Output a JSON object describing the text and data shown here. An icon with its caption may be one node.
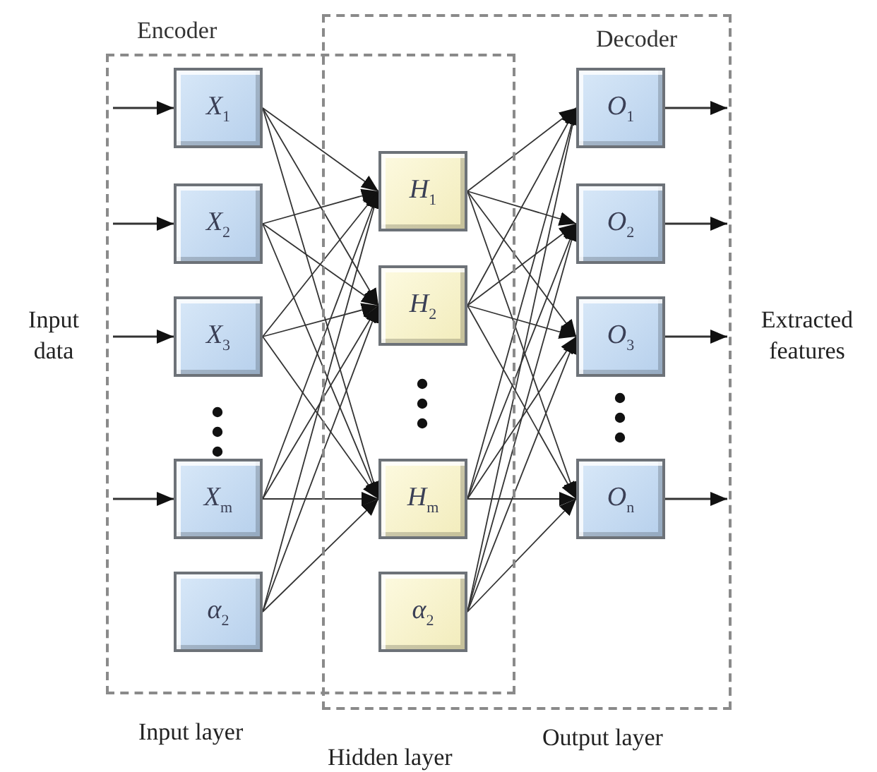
{
  "diagram": {
    "nodes": [
      {
        "text": [
          "Encoder"
        ]
      },
      {
        "text": [
          "Decoder"
        ]
      },
      {
        "text": [
          "X$_{1}$"
        ],
        "in": 0
      },
      {
        "text": [
          "X$_{2}$"
        ],
        "in": 0
      },
      {
        "text": [
          "X$_{3}$"
        ],
        "in": 0
      },
      {
        "text": [
          "X$_{m}$"
        ],
        "in": 0
      },
      {
        "text": [
          "α$_{2}$"
        ],
        "in": 0
      },
      {
        "text": [
          "H$_{1}$"
        ]
      },
      {
        "text": [
          "H$_{2}$"
        ]
      },
      {
        "text": [
          "H$_{m}$"
        ]
      },
      {
        "text": [
          "α$_{2}$"
        ]
      },
      {
        "text": [
          "O$_{1}$"
        ],
        "in": 1
      },
      {
        "text": [
          "O$_{2}$"
        ],
        "in": 1
      },
      {
        "text": [
          "O$_{3}$"
        ],
        "in": 1
      },
      {
        "text": [
          "O$_{n}$"
        ],
        "in": 1
      }
    ],
    "edges": [
      {
        "from": null,
        "to": 2,
        "arrow": "to"
      },
      {
        "from": null,
        "to": 3,
        "arrow": "to"
      },
      {
        "from": null,
        "to": 4,
        "arrow": "to"
      },
      {
        "from": null,
        "to": 5,
        "arrow": "to"
      },
      {
        "from": 2,
        "to": 7,
        "arrow": "to"
      },
      {
        "from": 2,
        "to": 8,
        "arrow": "to"
      },
      {
        "from": 2,
        "to": 9,
        "arrow": "to"
      },
      {
        "from": 3,
        "to": 7,
        "arrow": "to"
      },
      {
        "from": 3,
        "to": 8,
        "arrow": "to"
      },
      {
        "from": 3,
        "to": 9,
        "arrow": "to"
      },
      {
        "from": 4,
        "to": 7,
        "arrow": "to"
      },
      {
        "from": 4,
        "to": 8,
        "arrow": "to"
      },
      {
        "from": 4,
        "to": 9,
        "arrow": "to"
      },
      {
        "from": 5,
        "to": 7,
        "arrow": "to"
      },
      {
        "from": 5,
        "to": 8,
        "arrow": "to"
      },
      {
        "from": 5,
        "to": 9,
        "arrow": "to"
      },
      {
        "from": 6,
        "to": 7,
        "arrow": "to"
      },
      {
        "from": 6,
        "to": 8,
        "arrow": "to"
      },
      {
        "from": 6,
        "to": 9,
        "arrow": "to"
      },
      {
        "from": 7,
        "to": 11,
        "arrow": "to"
      },
      {
        "from": 7,
        "to": 12,
        "arrow": "to"
      },
      {
        "from": 7,
        "to": 13,
        "arrow": "to"
      },
      {
        "from": 7,
        "to": 14,
        "arrow": "to"
      },
      {
        "from": 8,
        "to": 11,
        "arrow": "to"
      },
      {
        "from": 8,
        "to": 12,
        "arrow": "to"
      },
      {
        "from": 8,
        "to": 13,
        "arrow": "to"
      },
      {
        "from": 8,
        "to": 14,
        "arrow": "to"
      },
      {
        "from": 9,
        "to": 11,
        "arrow": "to"
      },
      {
        "from": 9,
        "to": 12,
        "arrow": "to"
      },
      {
        "from": 9,
        "to": 13,
        "arrow": "to"
      },
      {
        "from": 9,
        "to": 14,
        "arrow": "to"
      },
      {
        "from": 10,
        "to": 11,
        "arrow": "to"
      },
      {
        "from": 10,
        "to": 12,
        "arrow": "to"
      },
      {
        "from": 10,
        "to": 13,
        "arrow": "to"
      },
      {
        "from": 10,
        "to": 14,
        "arrow": "to"
      },
      {
        "from": 11,
        "to": null,
        "arrow": "to"
      },
      {
        "from": 12,
        "to": null,
        "arrow": "to"
      },
      {
        "from": 13,
        "to": null,
        "arrow": "to"
      },
      {
        "from": 14,
        "to": null,
        "arrow": "to"
      }
    ],
    "labels": [
      "Input data",
      "Extracted features",
      "Input layer",
      "Hidden layer",
      "Output layer"
    ]
  }
}
